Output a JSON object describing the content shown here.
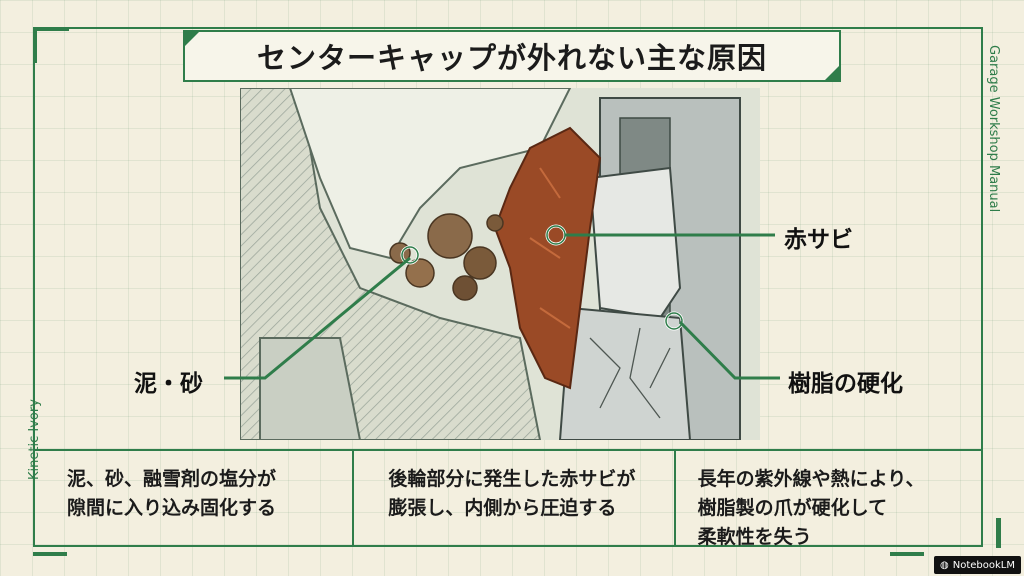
{
  "title": "センターキャップが外れない主な原因",
  "side_labels": {
    "right": "Garage Workshop Manual",
    "left": "Kinetic Ivory"
  },
  "callouts": {
    "rust": "赤サビ",
    "mud": "泥・砂",
    "resin": "樹脂の硬化"
  },
  "descriptions": [
    {
      "lines": [
        "泥、砂、融雪剤の塩分が",
        "隙間に入り込み固化する"
      ]
    },
    {
      "lines": [
        "後輪部分に発生した赤サビが",
        "膨張し、内側から圧迫する"
      ]
    },
    {
      "lines": [
        "長年の紫外線や熱により、",
        "樹脂製の爪が硬化して",
        "柔軟性を失う"
      ]
    }
  ],
  "badge": {
    "text": "NotebookLM",
    "icon": "notebooklm-logo-icon"
  },
  "colors": {
    "accent": "#2f7d4a",
    "background": "#f3efdf",
    "rust": "#9a4a26",
    "metal": "#c8ceca"
  }
}
